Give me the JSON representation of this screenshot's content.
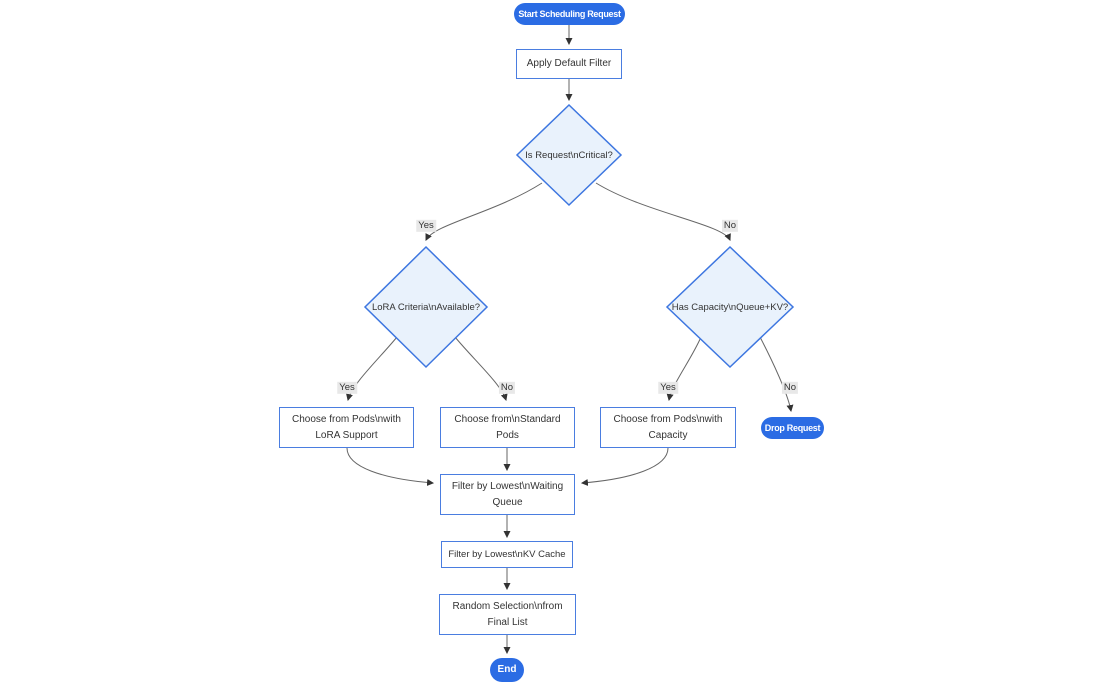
{
  "diagram": {
    "type": "flowchart",
    "direction": "top-down",
    "nodes": {
      "start": {
        "shape": "stadium",
        "label": "Start Scheduling Request"
      },
      "apply_filter": {
        "shape": "rect",
        "label": "Apply Default Filter"
      },
      "is_critical": {
        "shape": "decision",
        "label": "Is Request\\nCritical?"
      },
      "lora_criteria": {
        "shape": "decision",
        "label": "LoRA Criteria\\nAvailable?"
      },
      "has_capacity": {
        "shape": "decision",
        "label": "Has Capacity\\nQueue+KV?"
      },
      "choose_lora": {
        "shape": "rect",
        "label": "Choose from Pods\\nwith LoRA Support"
      },
      "choose_standard": {
        "shape": "rect",
        "label": "Choose from\\nStandard Pods"
      },
      "choose_capacity": {
        "shape": "rect",
        "label": "Choose from Pods\\nwith Capacity"
      },
      "drop": {
        "shape": "stadium",
        "label": "Drop Request"
      },
      "filter_queue": {
        "shape": "rect",
        "label": "Filter by Lowest\\nWaiting Queue"
      },
      "filter_kv": {
        "shape": "rect",
        "label": "Filter by Lowest\\nKV Cache"
      },
      "random_selection": {
        "shape": "rect",
        "label": "Random Selection\\nfrom Final List"
      },
      "end": {
        "shape": "stadium",
        "label": "End"
      }
    },
    "edges": [
      {
        "from": "start",
        "to": "apply_filter",
        "label": ""
      },
      {
        "from": "apply_filter",
        "to": "is_critical",
        "label": ""
      },
      {
        "from": "is_critical",
        "to": "lora_criteria",
        "label": "Yes"
      },
      {
        "from": "is_critical",
        "to": "has_capacity",
        "label": "No"
      },
      {
        "from": "lora_criteria",
        "to": "choose_lora",
        "label": "Yes"
      },
      {
        "from": "lora_criteria",
        "to": "choose_standard",
        "label": "No"
      },
      {
        "from": "has_capacity",
        "to": "choose_capacity",
        "label": "Yes"
      },
      {
        "from": "has_capacity",
        "to": "drop",
        "label": "No"
      },
      {
        "from": "choose_lora",
        "to": "filter_queue",
        "label": ""
      },
      {
        "from": "choose_standard",
        "to": "filter_queue",
        "label": ""
      },
      {
        "from": "choose_capacity",
        "to": "filter_queue",
        "label": ""
      },
      {
        "from": "filter_queue",
        "to": "filter_kv",
        "label": ""
      },
      {
        "from": "filter_kv",
        "to": "random_selection",
        "label": ""
      },
      {
        "from": "random_selection",
        "to": "end",
        "label": ""
      }
    ],
    "colors": {
      "pill_fill": "#2b6ce4",
      "pill_text": "#ffffff",
      "rect_fill": "#ffffff",
      "rect_border": "#4a7de0",
      "diamond_fill": "#e9f2fc",
      "diamond_border": "#3d76e0",
      "edge_stroke": "#666666",
      "arrowhead": "#333333",
      "edge_label_bg": "#e8e8e8",
      "text": "#333333",
      "background": "#ffffff"
    }
  }
}
